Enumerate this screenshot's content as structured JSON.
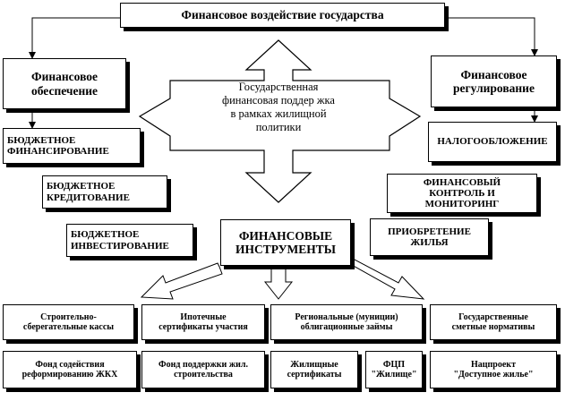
{
  "title": "Финансовое воздействие государства",
  "center": "Государственная\nфинансовая поддер жка\nв рамках жилищной\nполитики",
  "left_branch": "Финансовое\nобеспечение",
  "right_branch": "Финансовое\nрегулирование",
  "left_items": [
    "БЮДЖЕТНОЕ\nФИНАНСИРОВАНИЕ",
    "БЮДЖЕТНОЕ\nКРЕДИТОВАНИЕ",
    "БЮДЖЕТНОЕ\nИНВЕСТИРОВАНИЕ"
  ],
  "right_items": [
    "НАЛОГООБЛОЖЕНИЕ",
    "ФИНАНСОВЫЙ\nКОНТРОЛЬ И\nМОНИТОРИНГ",
    "ПРИОБРЕТЕНИЕ\nЖИЛЬЯ"
  ],
  "instruments": "ФИНАНСОВЫЕ\nИНСТРУМЕНТЫ",
  "row1": [
    "Строительно-\nсберегательные кассы",
    "Ипотечные\nсертификаты участия",
    "Региональные (муниции)\nоблигационные займы",
    "Государственные\nсметные нормативы"
  ],
  "row2": [
    "Фонд содействия\nреформированию ЖКХ",
    "Фонд поддержки жил.\nстроительства",
    "Жилищные\nсертификаты",
    "ФЦП\n\"Жилище\"",
    "Нацпроект\n\"Доступное жилье\""
  ]
}
